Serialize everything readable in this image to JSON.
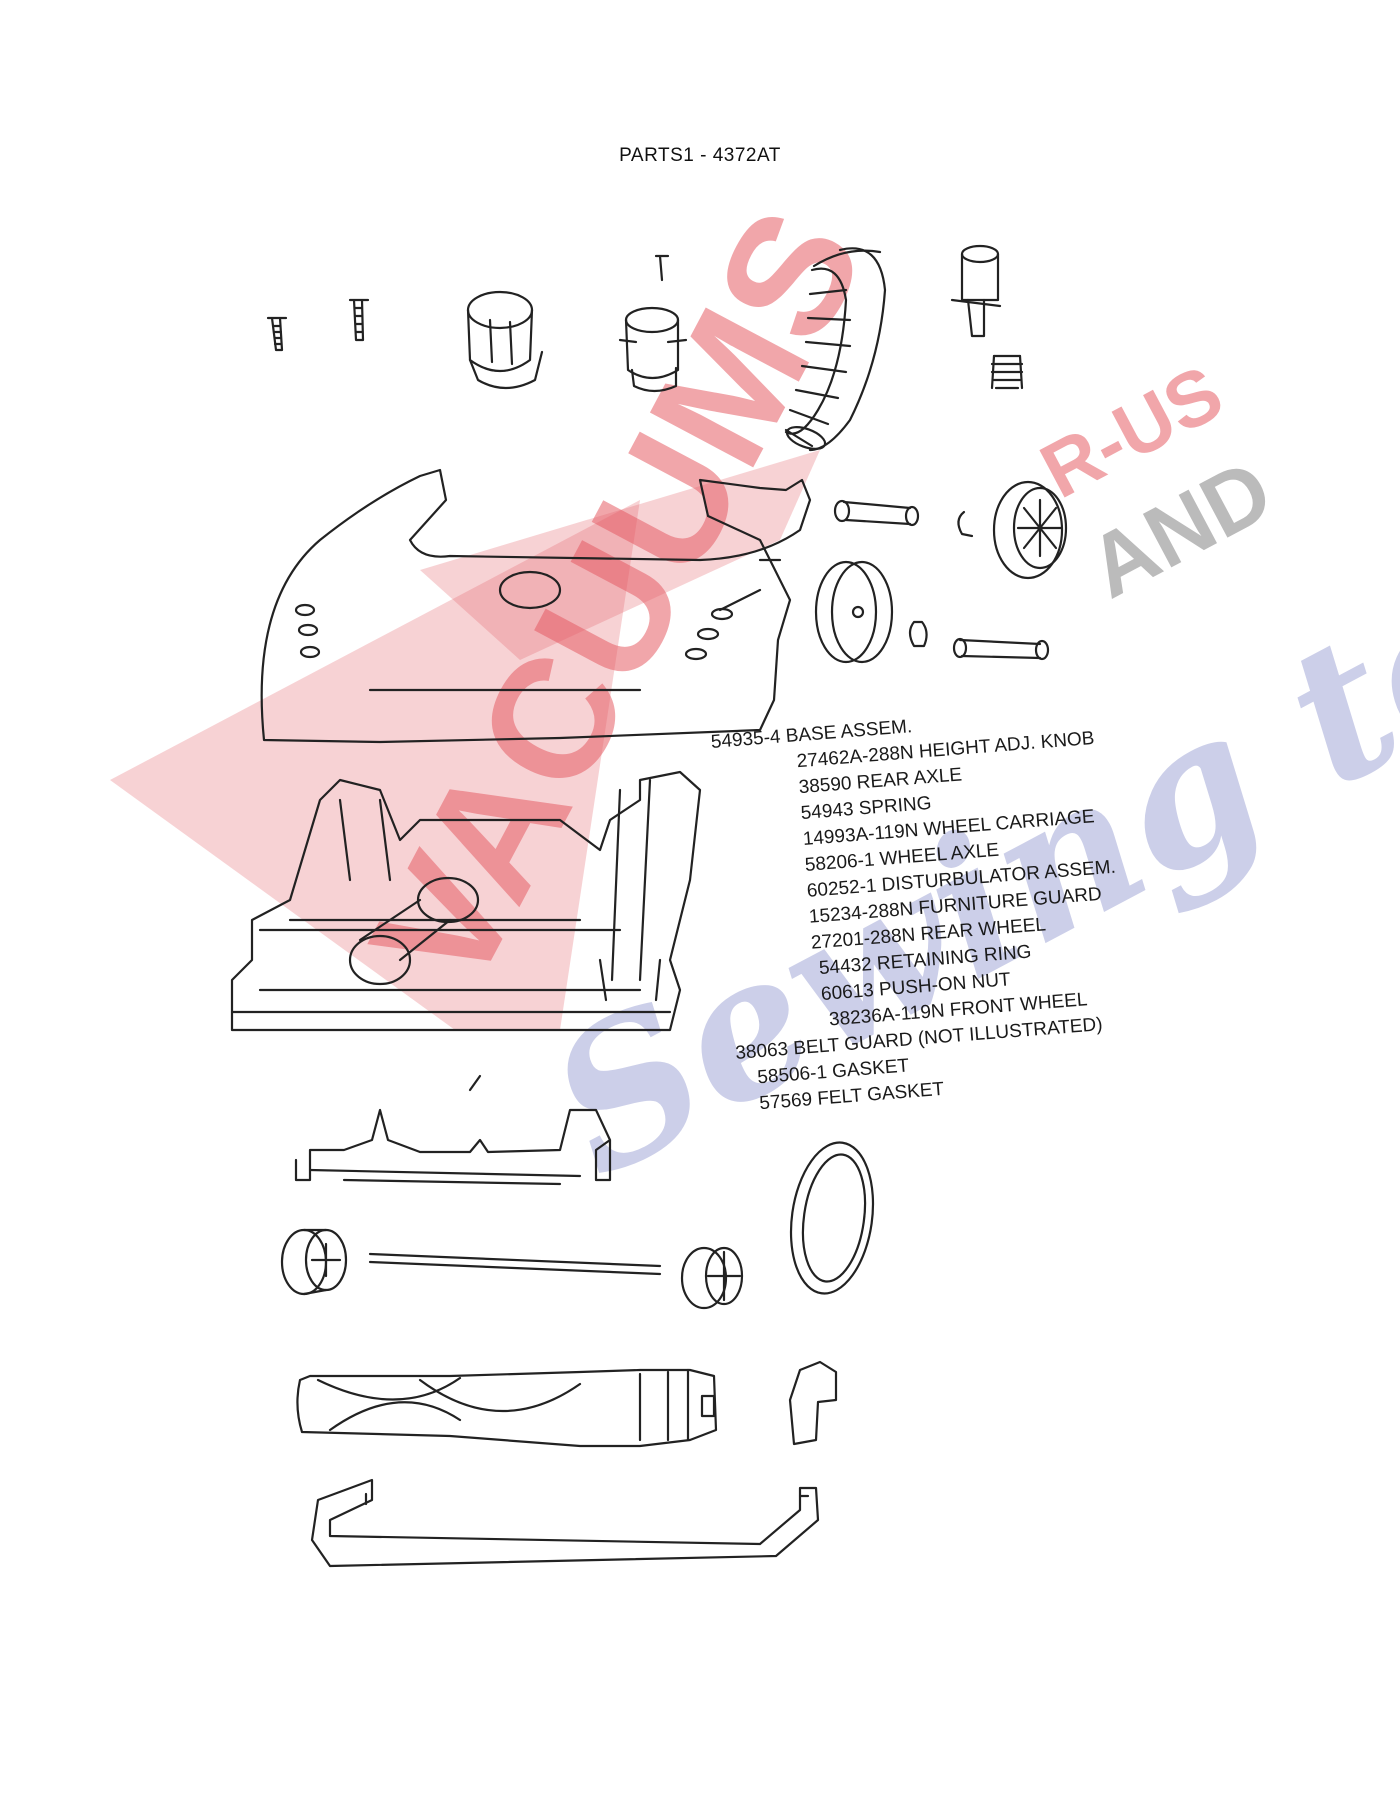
{
  "page": {
    "title": "PARTS1  - 4372AT"
  },
  "watermark": {
    "word_main": "VACUUMS",
    "word_rus": "R-US",
    "word_and": "AND",
    "word_sewing": "Sewing too",
    "colors": {
      "red": "#e0404a",
      "blue": "#3a46a8",
      "gray": "#6d6d6d"
    }
  },
  "parts": [
    "54935-4 BASE ASSEM.",
    "27462A-288N HEIGHT ADJ. KNOB",
    "38590 REAR AXLE",
    "54943 SPRING",
    "14993A-119N WHEEL CARRIAGE",
    "58206-1 WHEEL AXLE",
    "60252-1 DISTURBULATOR ASSEM.",
    "15234-288N FURNITURE GUARD",
    "27201-288N REAR WHEEL",
    "54432 RETAINING RING",
    "60613 PUSH-ON NUT",
    "38236A-119N FRONT WHEEL",
    "38063 BELT GUARD (NOT ILLUSTRATED)",
    "58506-1 GASKET",
    "57569 FELT GASKET"
  ]
}
